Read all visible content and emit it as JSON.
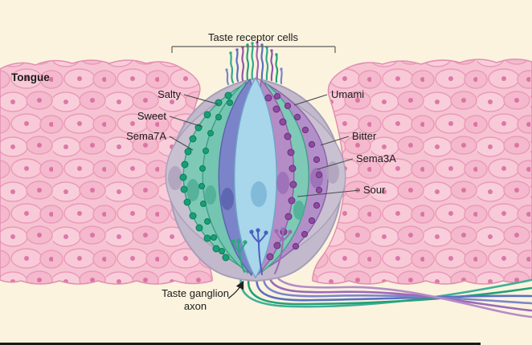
{
  "figure": {
    "title": "Taste receptor cells",
    "tongue": "Tongue",
    "labels": {
      "salty": "Salty",
      "sweet": "Sweet",
      "sema7a": "Sema7A",
      "umami": "Umami",
      "bitter": "Bitter",
      "sema3a": "Sema3A",
      "sour": "Sour",
      "ganglion_line1": "Taste ganglion",
      "ganglion_line2": "axon"
    },
    "colors": {
      "background": "#fbf3de",
      "tissue": "#f6c3d3",
      "tissue_outline": "#e18fb1",
      "tissue_nucleus": "#d4639b",
      "cell_gray": "#c9c1d1",
      "cell_teal": "#7fcab7",
      "cell_blue": "#7b84c8",
      "cell_light_blue": "#a8d6ea",
      "cell_purple": "#b28fc9",
      "vesicle_green": "#17a076",
      "vesicle_purple": "#8d4aa0",
      "axon_teal": "#3fae99",
      "axon_green": "#22a177",
      "axon_blue": "#5b6fc0",
      "axon_purple": "#9d6ab8"
    }
  }
}
